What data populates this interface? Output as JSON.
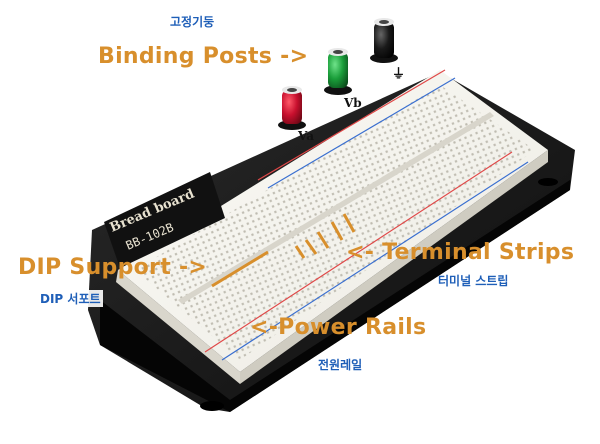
{
  "labels": {
    "binding_posts_ko": "고정기둥",
    "binding_posts_en": "Binding Posts ->",
    "dip_support_en": "DIP Support ->",
    "dip_support_ko": "DIP 서포트",
    "terminal_strips_en": "<- Terminal Strips",
    "terminal_strips_ko": "터미널 스트립",
    "power_rails_en": "<-Power Rails",
    "power_rails_ko": "전원레일"
  },
  "board": {
    "brand": "Bread board",
    "model": "BB-102B",
    "post_labels": [
      "Va",
      "Vb",
      "⏚"
    ]
  },
  "colors": {
    "annotation_orange": "#d88f2c",
    "annotation_blue": "#1f5fb8",
    "post_red": "#c8102e",
    "post_green": "#1a9e3a",
    "post_black": "#1a1a1a"
  }
}
